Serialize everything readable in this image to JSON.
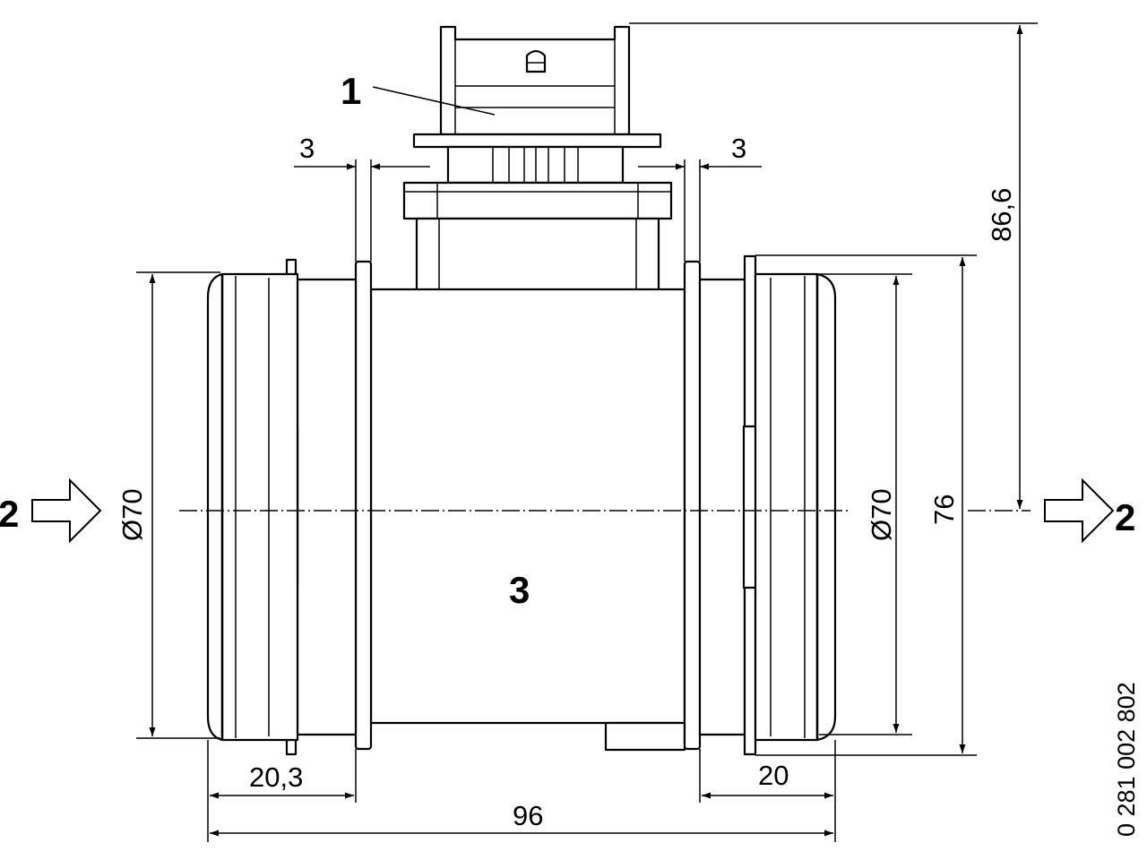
{
  "labels": {
    "connector": "1",
    "flow_in": "2",
    "flow_out": "2",
    "body": "3"
  },
  "dimensions": {
    "gap_left": "3",
    "gap_right": "3",
    "height_total": "86,6",
    "dia_inlet": "Ø70",
    "dia_outlet": "Ø70",
    "flange_outer": "76",
    "inlet_length": "20,3",
    "outlet_length": "20",
    "overall_length": "96"
  },
  "part_number": "0 281 002 802"
}
